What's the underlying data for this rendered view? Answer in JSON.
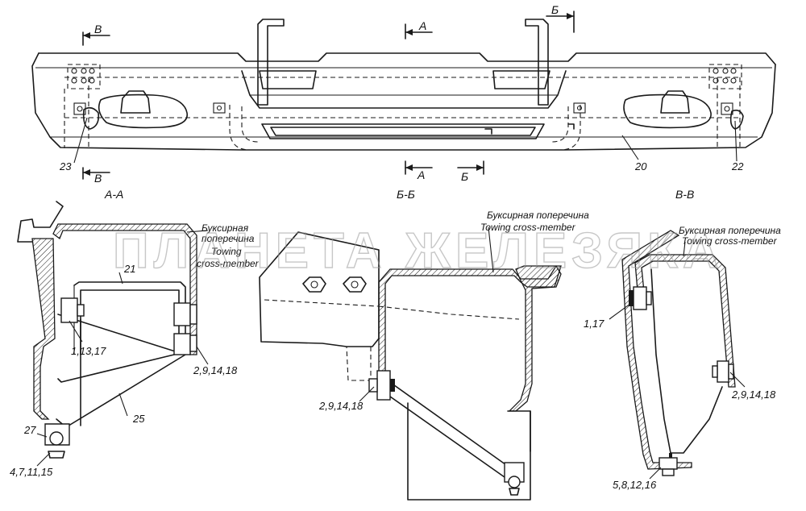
{
  "watermark": "ПЛАНЕТА ЖЕЛЕЗЯКА",
  "section_marks": {
    "v": "В",
    "a": "А",
    "b": "Б"
  },
  "views": {
    "aa": "А-А",
    "bb": "Б-Б",
    "vv": "В-В"
  },
  "top_callouts": {
    "c23": "23",
    "c20": "20",
    "c22": "22"
  },
  "section_aa": {
    "towing_ru_1": "Буксирная",
    "towing_ru_2": "поперечина",
    "towing_en_1": "Towing",
    "towing_en_2": "cross-member",
    "c21": "21",
    "c1_13_17": "1,13,17",
    "c2_9_14_18": "2,9,14,18",
    "c25": "25",
    "c27": "27",
    "c4_7_11_15": "4,7,11,15"
  },
  "section_bb": {
    "towing_ru": "Буксирная поперечина",
    "towing_en": "Towing cross-member",
    "c2_9_14_18": "2,9,14,18"
  },
  "section_vv": {
    "towing_ru": "Буксирная поперечина",
    "towing_en": "Towing cross-member",
    "c1_17": "1,17",
    "c2_9_14_18": "2,9,14,18",
    "c5_8_12_16": "5,8,12,16"
  }
}
